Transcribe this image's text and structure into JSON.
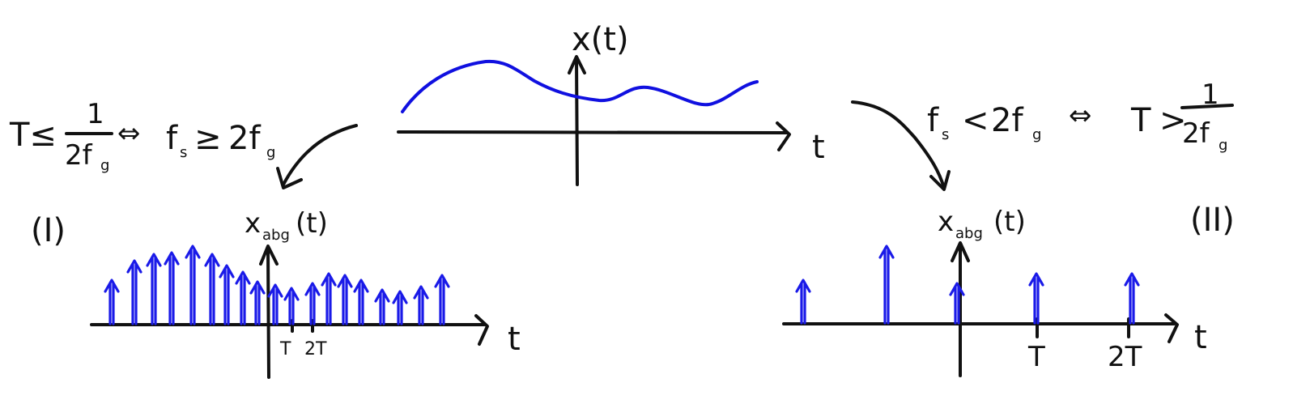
{
  "top": {
    "ylabel": "x(t)",
    "xlabel": "t"
  },
  "left": {
    "condition": {
      "lhs": "T≤",
      "frac_num": "1",
      "frac_den": "2f",
      "frac_den_sub": "g",
      "equiv": "⇔",
      "rhs_fs": "f",
      "rhs_fs_sub": "s",
      "rhs_rel": "≥",
      "rhs_2f": "2f",
      "rhs_2f_sub": "g"
    },
    "roman": "(I)",
    "ylabel_main": "x",
    "ylabel_sub": "abg",
    "ylabel_arg": "(t)",
    "xlabel": "t",
    "ticks": [
      "T",
      "2T"
    ]
  },
  "right": {
    "condition": {
      "lhs_fs": "f",
      "lhs_fs_sub": "s",
      "rel1": "<",
      "lhs_2f": "2f",
      "lhs_2f_sub": "g",
      "equiv": "⇔",
      "T": "T",
      "rel2": ">",
      "frac_num": "1",
      "frac_den": "2f",
      "frac_den_sub": "g"
    },
    "roman": "(II)",
    "ylabel_main": "x",
    "ylabel_sub": "abg",
    "ylabel_arg": "(t)",
    "xlabel": "t",
    "ticks": [
      "T",
      "2T"
    ]
  },
  "colors": {
    "ink": "#111111",
    "signal": "#1010e0"
  }
}
